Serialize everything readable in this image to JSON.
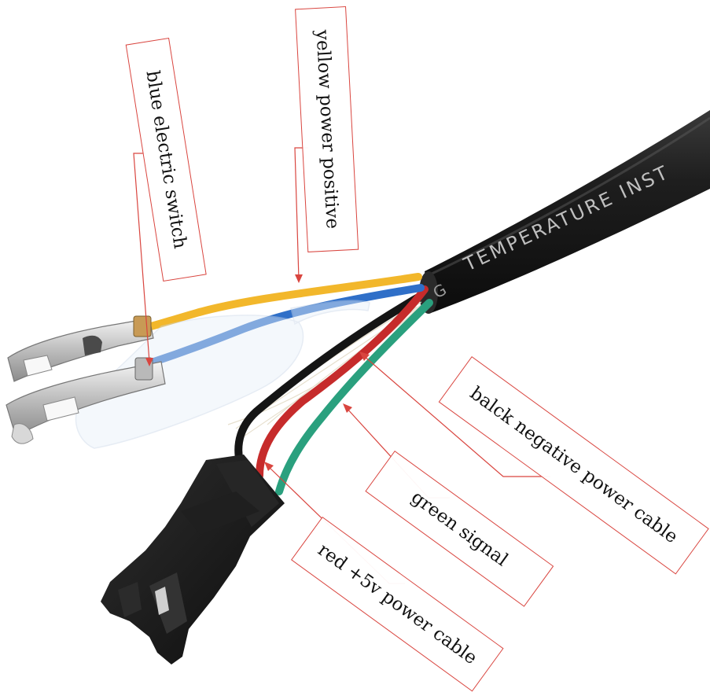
{
  "image": {
    "description_colors": {
      "background": "#ffffff",
      "cable_sheath": "#1c1c1c",
      "sheath_text": "#bfbfbf",
      "wire_yellow": "#f2b72b",
      "wire_blue": "#2f6fc8",
      "wire_red": "#c62b2b",
      "wire_green": "#2aa07e",
      "wire_black": "#151515",
      "connector": "#1a1a1a",
      "terminal_metal": "#c9c9c9",
      "callout_border": "#d9453f"
    }
  },
  "sheath_print": "TEMPERATURE  INST",
  "sheath_print_tail": "G",
  "labels": {
    "blue_switch": "blue electric switch",
    "yellow_positive": "yellow power positive",
    "black_negative": "balck negative power cable",
    "green_signal": "green signal",
    "red_5v": "red +5v power cable"
  }
}
